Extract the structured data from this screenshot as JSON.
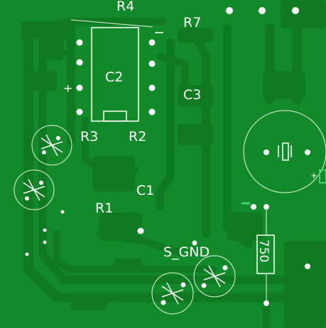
{
  "labels": {
    "r4": "R4",
    "r7": "R7",
    "c2": "C2",
    "c3": "C3",
    "r3": "R3",
    "r2": "R2",
    "c1": "C1",
    "r1": "R1",
    "s_gnd": "S_GND",
    "r_750": "750",
    "minus": "−",
    "plus_c2": "+",
    "plus_cap": "+"
  },
  "colors": {
    "board": "#138a2a",
    "copper": "#0f7a22",
    "silkscreen": "#ffffff",
    "highlight": "#3fd16a"
  }
}
